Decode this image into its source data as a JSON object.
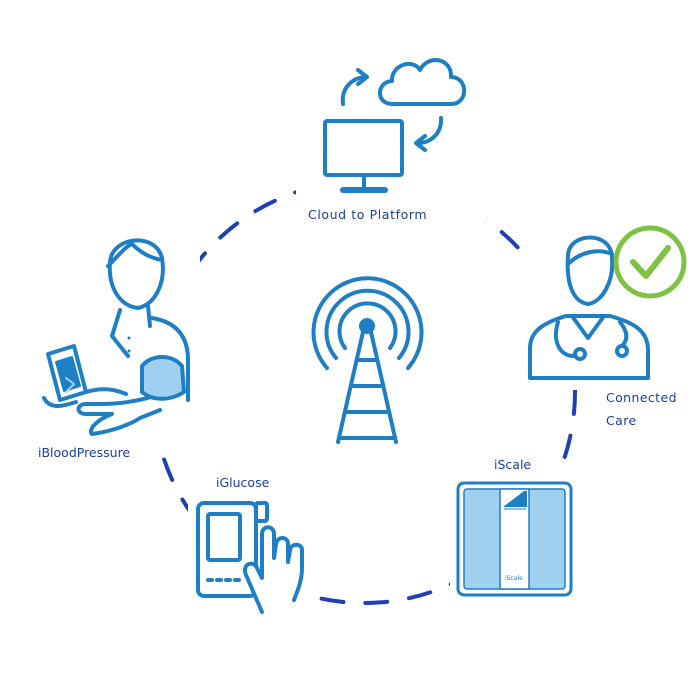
{
  "colors": {
    "line": "#1f7fc4",
    "ring": "#1f3fb5",
    "fill": "#9fd0f0",
    "check": "#7dc242",
    "text": "#1c3f9e"
  },
  "nodes": {
    "cloud_platform": {
      "label": "Cloud to Platform",
      "icons": [
        "cloud-icon",
        "monitor-icon",
        "sync-arrows-icon"
      ]
    },
    "connected_care": {
      "label_line1": "Connected",
      "label_line2": "Care",
      "icons": [
        "doctor-icon",
        "checkmark-icon"
      ]
    },
    "iscale": {
      "label": "iScale",
      "device_text": "iScale",
      "icons": [
        "scale-icon"
      ]
    },
    "iglucose": {
      "label": "iGlucose",
      "icons": [
        "glucose-meter-icon",
        "hand-icon"
      ]
    },
    "iblood_pressure": {
      "label": "iBloodPressure",
      "icons": [
        "patient-icon",
        "bp-monitor-icon",
        "bp-cuff-icon"
      ]
    },
    "center": {
      "icons": [
        "antenna-tower-icon"
      ]
    }
  }
}
